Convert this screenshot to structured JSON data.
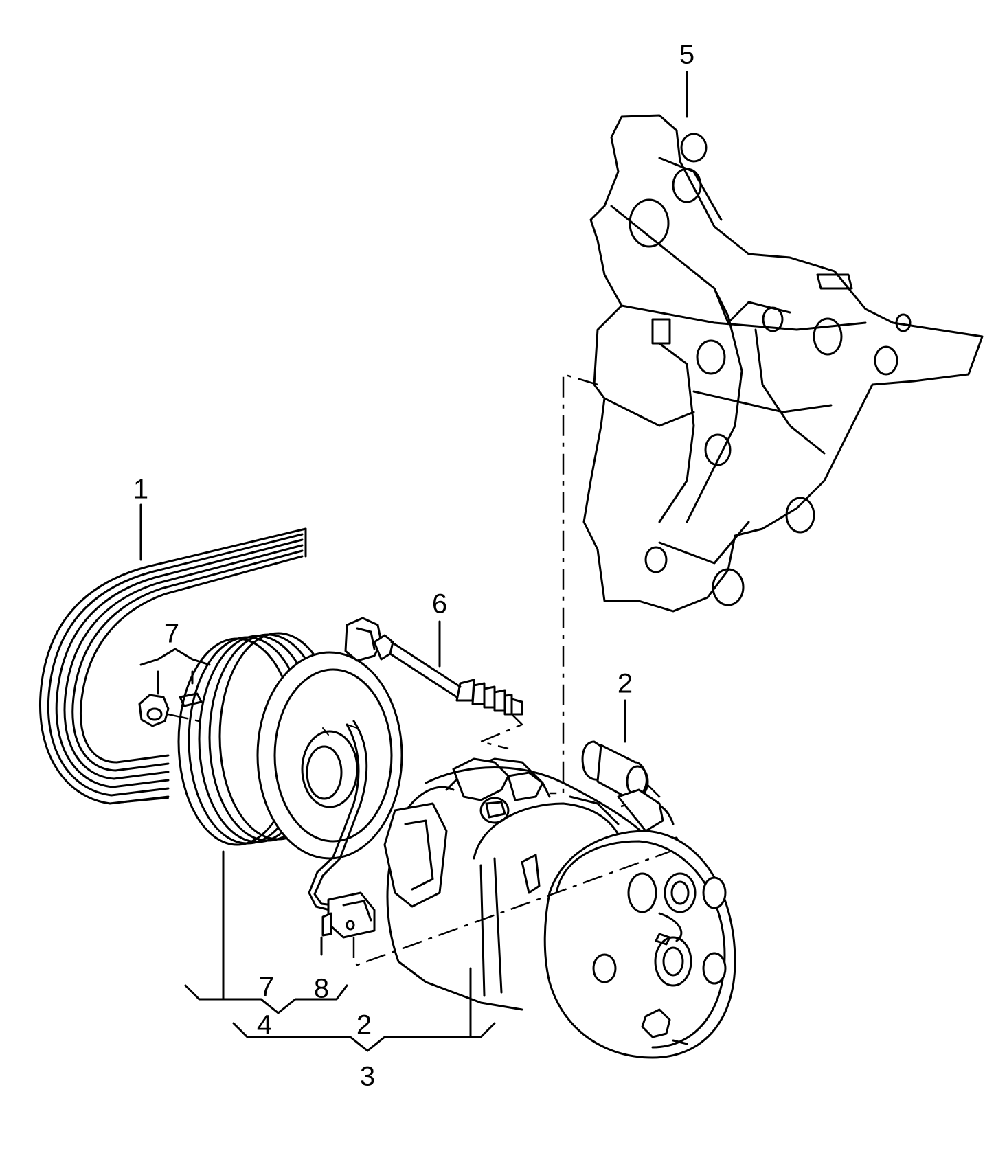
{
  "callouts": {
    "belt": "1",
    "compressor_pin": "2",
    "compressor_group": "2",
    "assembly": "3",
    "clutch_group": "4",
    "bracket": "5",
    "bolt": "6",
    "nut_key_group": "7",
    "pulley_group": "7",
    "connector": "8"
  },
  "colors": {
    "line": "#000000",
    "background": "#ffffff"
  }
}
